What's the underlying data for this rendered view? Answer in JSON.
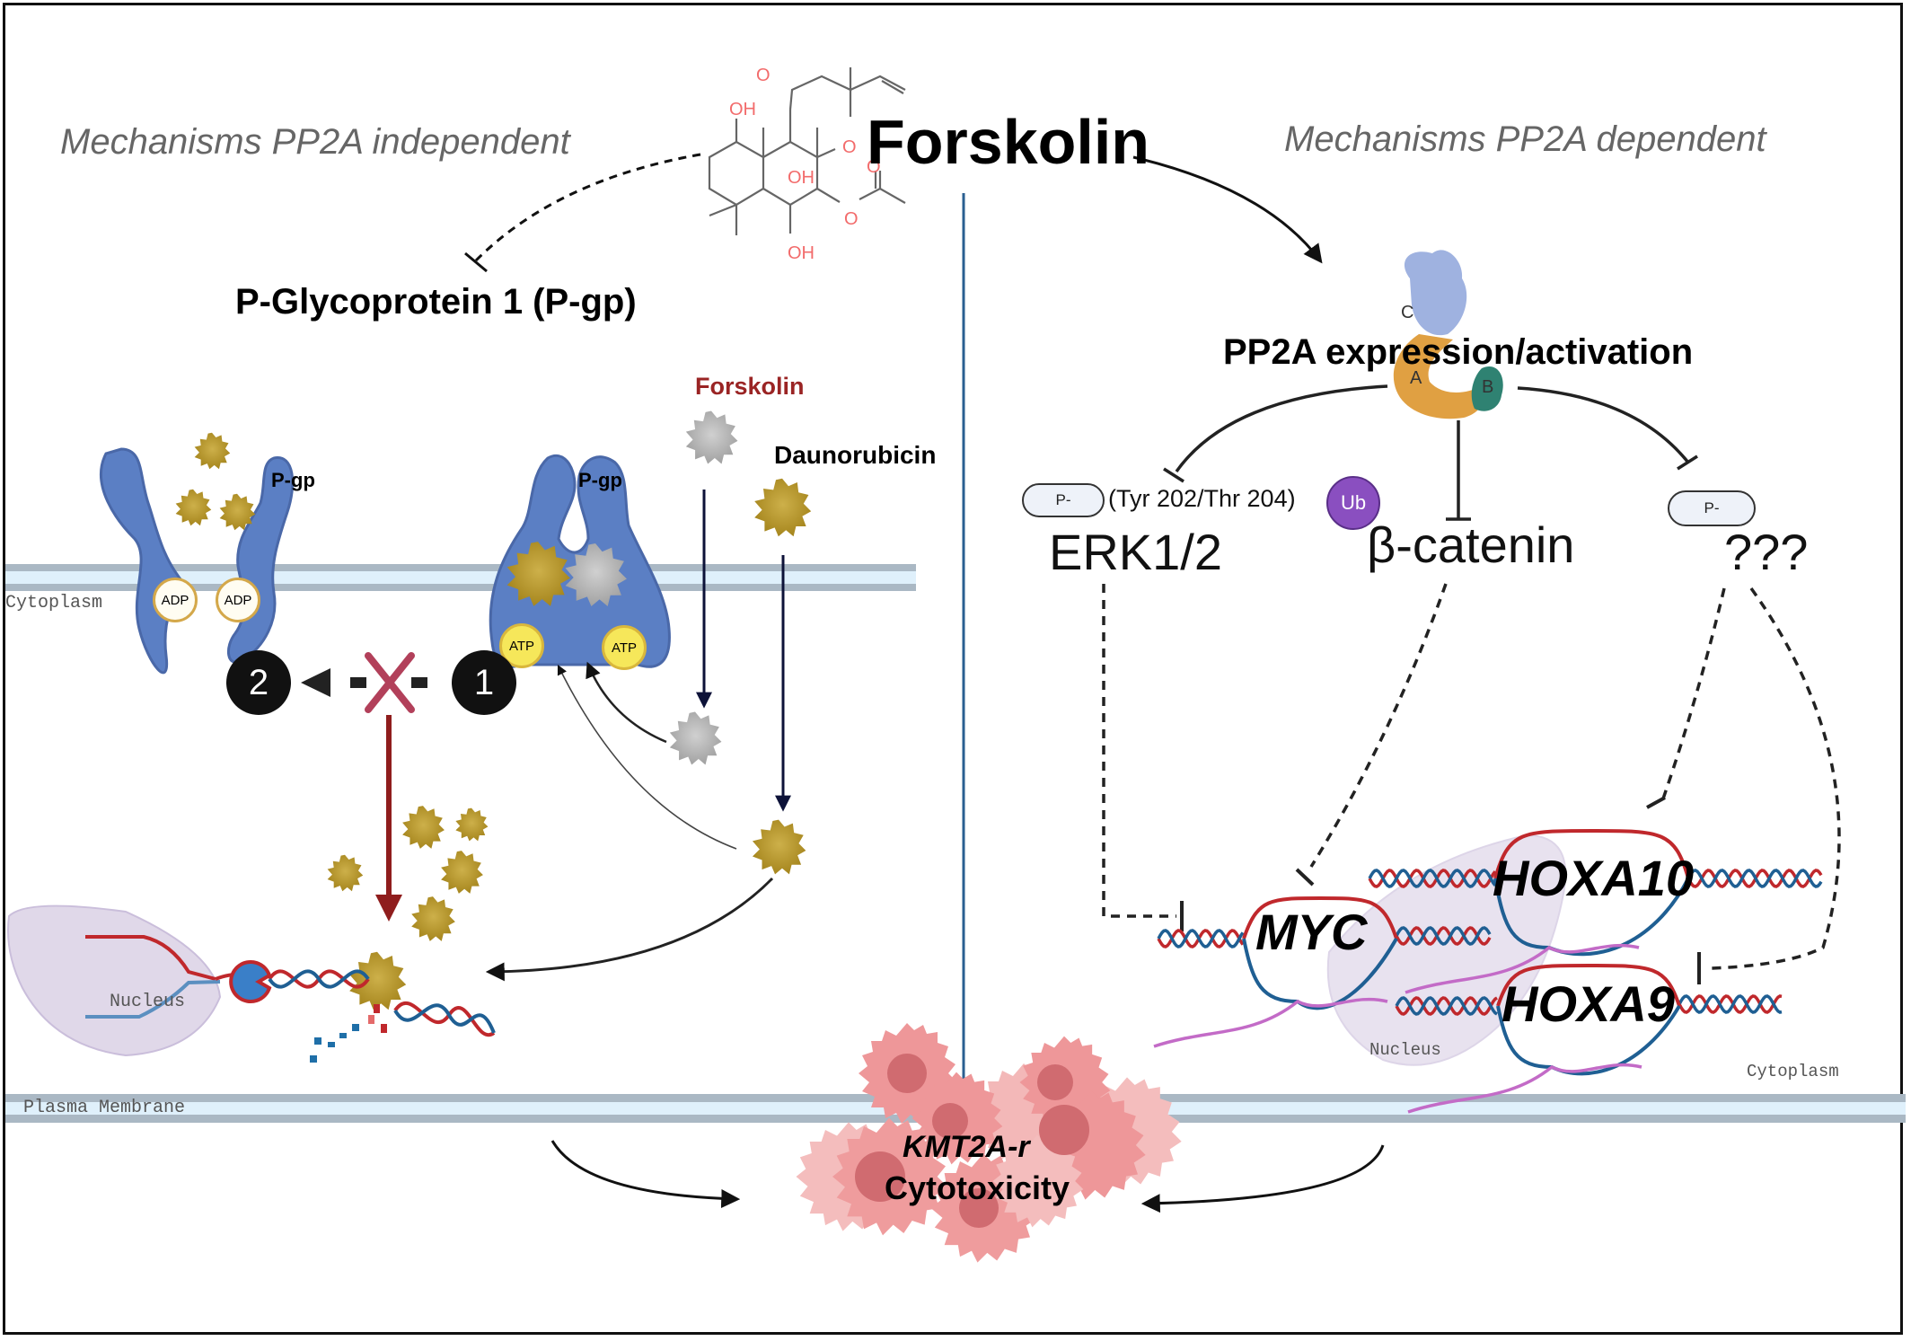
{
  "figure": {
    "center_compound": "Forskolin",
    "left_panel": {
      "title": "Mechanisms PP2A independent",
      "target": "P-Glycoprotein 1 (P-gp)",
      "pgp_label": "P-gp",
      "adp_label": "ADP",
      "atp_label": "ATP",
      "step_labels": [
        "1",
        "2"
      ],
      "forskolin_label": "Forskolin",
      "daunorubicin_label": "Daunorubicin",
      "cytoplasm_label": "Cytoplasm",
      "nucleus_label": "Nucleus",
      "plasma_membrane_label": "Plasma Membrane"
    },
    "right_panel": {
      "title": "Mechanisms PP2A dependent",
      "pp2a_label": "PP2A expression/activation",
      "pp2a_subunits": [
        "C",
        "A",
        "B"
      ],
      "phospho_label": "P-",
      "erk_site": "(Tyr 202/Thr 204)",
      "ub_label": "Ub",
      "targets": [
        "ERK1/2",
        "β-catenin",
        "???"
      ],
      "genes": [
        "MYC",
        "HOXA10",
        "HOXA9"
      ],
      "nucleus_label": "Nucleus",
      "cytoplasm_label": "Cytoplasm"
    },
    "outcome": {
      "line1": "KMT2A-r",
      "line2": "Cytotoxicity"
    },
    "colors": {
      "pgp_blue": "#5b7fc4",
      "daunorubicin_gold": "#b9982a",
      "forskolin_gray": "#b5b5b5",
      "atp_yellow": "#f6e75a",
      "inhibit_red": "#8f1d1d",
      "cross_red": "#b2405a",
      "membrane_gray": "#aab8c4",
      "membrane_fill": "#dff0fb",
      "dna_red": "#c0282c",
      "dna_blue": "#1f5f93",
      "rna_purple": "#c36bc7",
      "nucleus_purple": "#d6cbe2",
      "cell_pink": "#f09a9c",
      "ub_purple": "#8a4fc0",
      "pp2a_orange": "#e0a042",
      "pp2a_teal": "#2f8272",
      "pp2a_lavender": "#9fb2e0",
      "divider_blue": "#2a5f91"
    }
  }
}
